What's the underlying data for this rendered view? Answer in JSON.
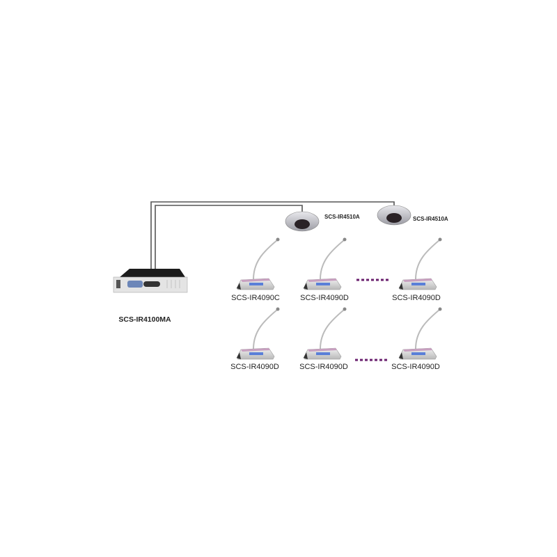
{
  "controller": {
    "label": "SCS-IR4100MA"
  },
  "radiators": [
    {
      "label": "SCS-IR4510A"
    },
    {
      "label": "SCS-IR4510A"
    }
  ],
  "units": [
    {
      "label": "SCS-IR4090C"
    },
    {
      "label": "SCS-IR4090D"
    },
    {
      "label": "SCS-IR4090D"
    },
    {
      "label": "SCS-IR4090D"
    },
    {
      "label": "SCS-IR4090D"
    },
    {
      "label": "SCS-IR4090D"
    }
  ],
  "colors": {
    "cable": "#555555",
    "ellipsis": "#6a1f6e"
  }
}
